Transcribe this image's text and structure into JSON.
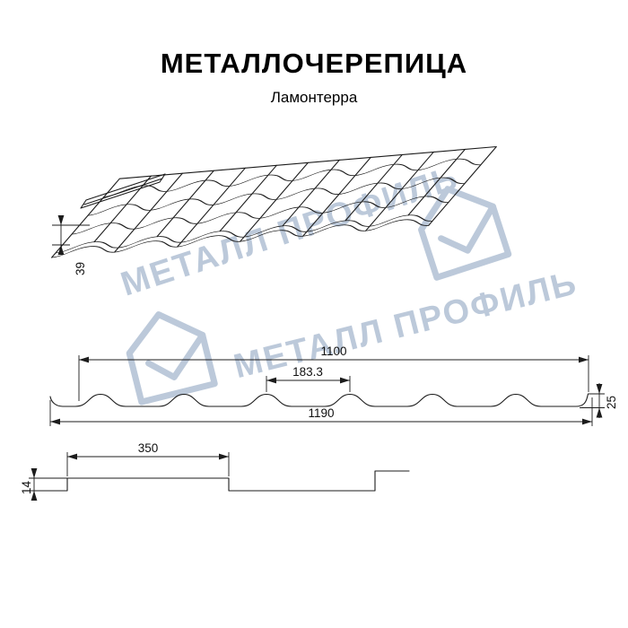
{
  "header": {
    "title": "МЕТАЛЛОЧЕРЕПИЦА",
    "subtitle": "Ламонтерра"
  },
  "watermark": {
    "text": "МЕТАЛЛ ПРОФИЛЬ",
    "color": "#b5c4d6"
  },
  "drawing": {
    "line_color": "#1c1c1c",
    "views": {
      "perspective_view": {
        "dim_wave_height": "39"
      },
      "profile_section": {
        "dim_cover_width": "1100",
        "dim_wave_pitch": "183.3",
        "dim_profile_height": "25",
        "dim_full_width": "1190"
      },
      "overlap_section": {
        "dim_module_length": "350",
        "dim_step_height": "14"
      }
    }
  }
}
